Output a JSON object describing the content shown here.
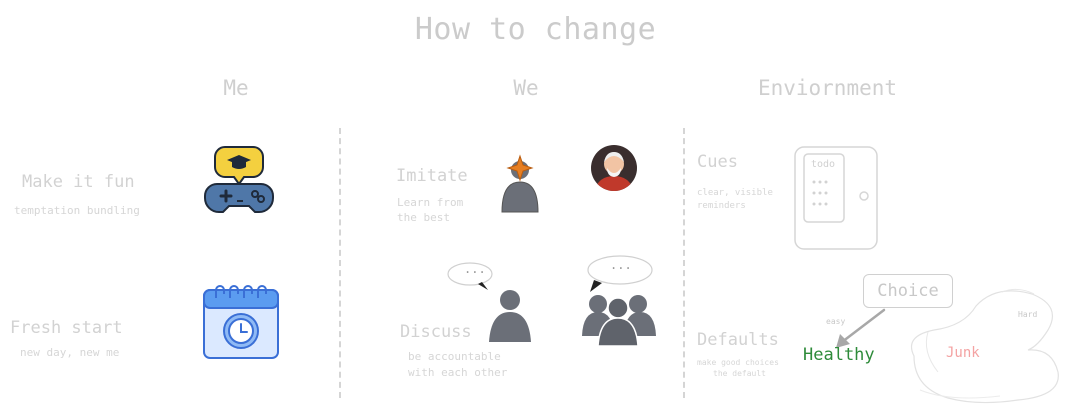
{
  "title": "How to change",
  "columns": {
    "me": "Me",
    "we": "We",
    "environment": "Enviornment"
  },
  "me": {
    "fun": {
      "title": "Make it fun",
      "subtitle": "temptation bundling"
    },
    "fresh": {
      "title": "Fresh start",
      "subtitle": "new day, new me"
    }
  },
  "we": {
    "imitate": {
      "title": "Imitate",
      "line1": "Learn from",
      "line2": "the best"
    },
    "discuss": {
      "title": "Discuss",
      "line1": "be accountable",
      "line2": "with each other"
    },
    "bubble_text": "...",
    "group_bubble_text": "..."
  },
  "environment": {
    "cues": {
      "title": "Cues",
      "line1": "clear, visible",
      "line2": "reminders"
    },
    "todo": {
      "label": "todo"
    },
    "defaults": {
      "title": "Defaults",
      "line1": "make good choices",
      "line2": "the default"
    },
    "choice": "Choice",
    "easy": "easy",
    "hard": "Hard",
    "healthy": "Healthy",
    "junk": "Junk"
  },
  "colors": {
    "text_faint": "#cfcfcf",
    "healthy": "#2e8b3a",
    "junk": "#f4a3a3",
    "gamepad": "#4f77a8",
    "calendar": "#5b9cf0",
    "speech": "#f4d03f",
    "person": "#6b6f78"
  },
  "icons": {
    "gamepad": "gamepad-icon",
    "calendar": "calendar-clock-icon",
    "avatar": "avatar-icon",
    "person": "person-icon",
    "group": "group-icon"
  }
}
